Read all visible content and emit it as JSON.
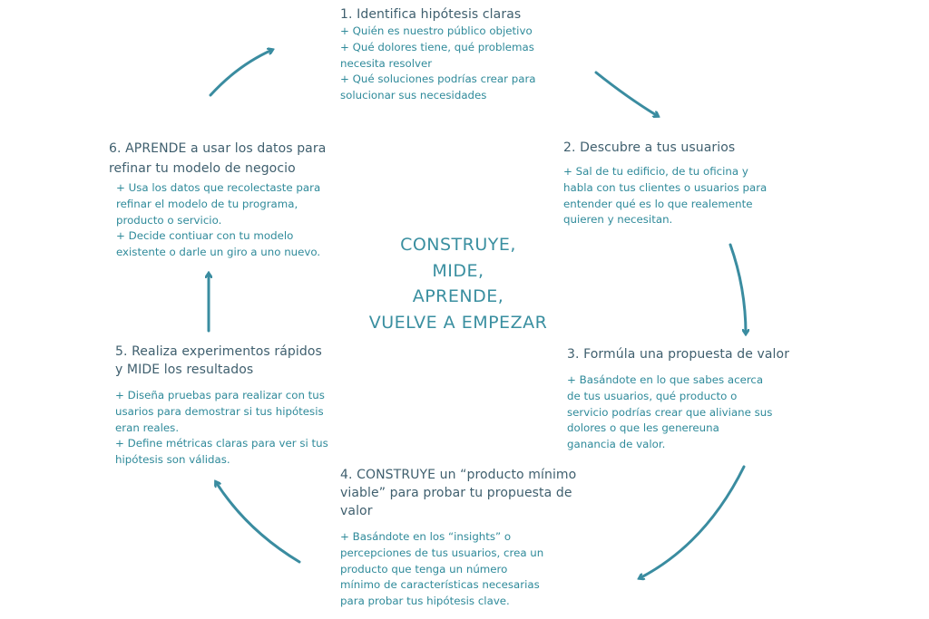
{
  "steps": [
    {
      "heading": [
        "1. Identifica hipótesis claras"
      ],
      "body": [
        "+ Quién es nuestro público objetivo",
        "+ Qué dolores tiene, qué problemas",
        "necesita resolver",
        "+ Qué soluciones podrías crear para",
        "solucionar sus necesidades"
      ]
    },
    {
      "heading": [
        "2. Descubre a tus usuarios"
      ],
      "body": [
        "+ Sal de tu edificio, de tu oficina y",
        "habla con tus clientes o usuarios para",
        "entender qué es lo que realemente",
        "quieren y necesitan."
      ]
    },
    {
      "heading": [
        "3. Formúla una propuesta de valor"
      ],
      "body": [
        "+ Basándote en lo que sabes acerca",
        "de tus usuarios, qué producto o",
        "servicio podrías crear que aliviane sus",
        "dolores o que les genereuna",
        "ganancia de valor."
      ]
    },
    {
      "heading": [
        "4. CONSTRUYE un “producto mínimo",
        "viable” para probar tu propuesta de",
        "valor"
      ],
      "body": [
        "+ Basándote en los “insights” o",
        "percepciones de tus usuarios, crea un",
        "producto que tenga un número",
        "mínimo de características necesarias",
        "para probar tus hipótesis clave."
      ]
    },
    {
      "heading": [
        "5. Realiza experimentos rápidos",
        "y MIDE los resultados"
      ],
      "body": [
        "+ Diseña pruebas para realizar con tus",
        "usarios para demostrar si tus hipótesis",
        "eran reales.",
        "+ Define métricas claras para ver si tus",
        "hipótesis son válidas."
      ]
    },
    {
      "heading": [
        "6. APRENDE a usar los datos para",
        "refinar tu modelo de negocio"
      ],
      "body": [
        "+ Usa los datos que recolectaste para",
        "refinar el modelo de tu programa,",
        "producto o servicio.",
        "+ Decide contiuar con tu modelo",
        "existente o darle un giro a uno nuevo."
      ]
    }
  ],
  "center": [
    "CONSTRUYE,",
    "MIDE,",
    "APRENDE,",
    "VUELVE A EMPEZAR"
  ],
  "colors": {
    "arrow": "#3a8ca0",
    "heading": "#3f5f6e",
    "body": "#2f8a9a"
  }
}
